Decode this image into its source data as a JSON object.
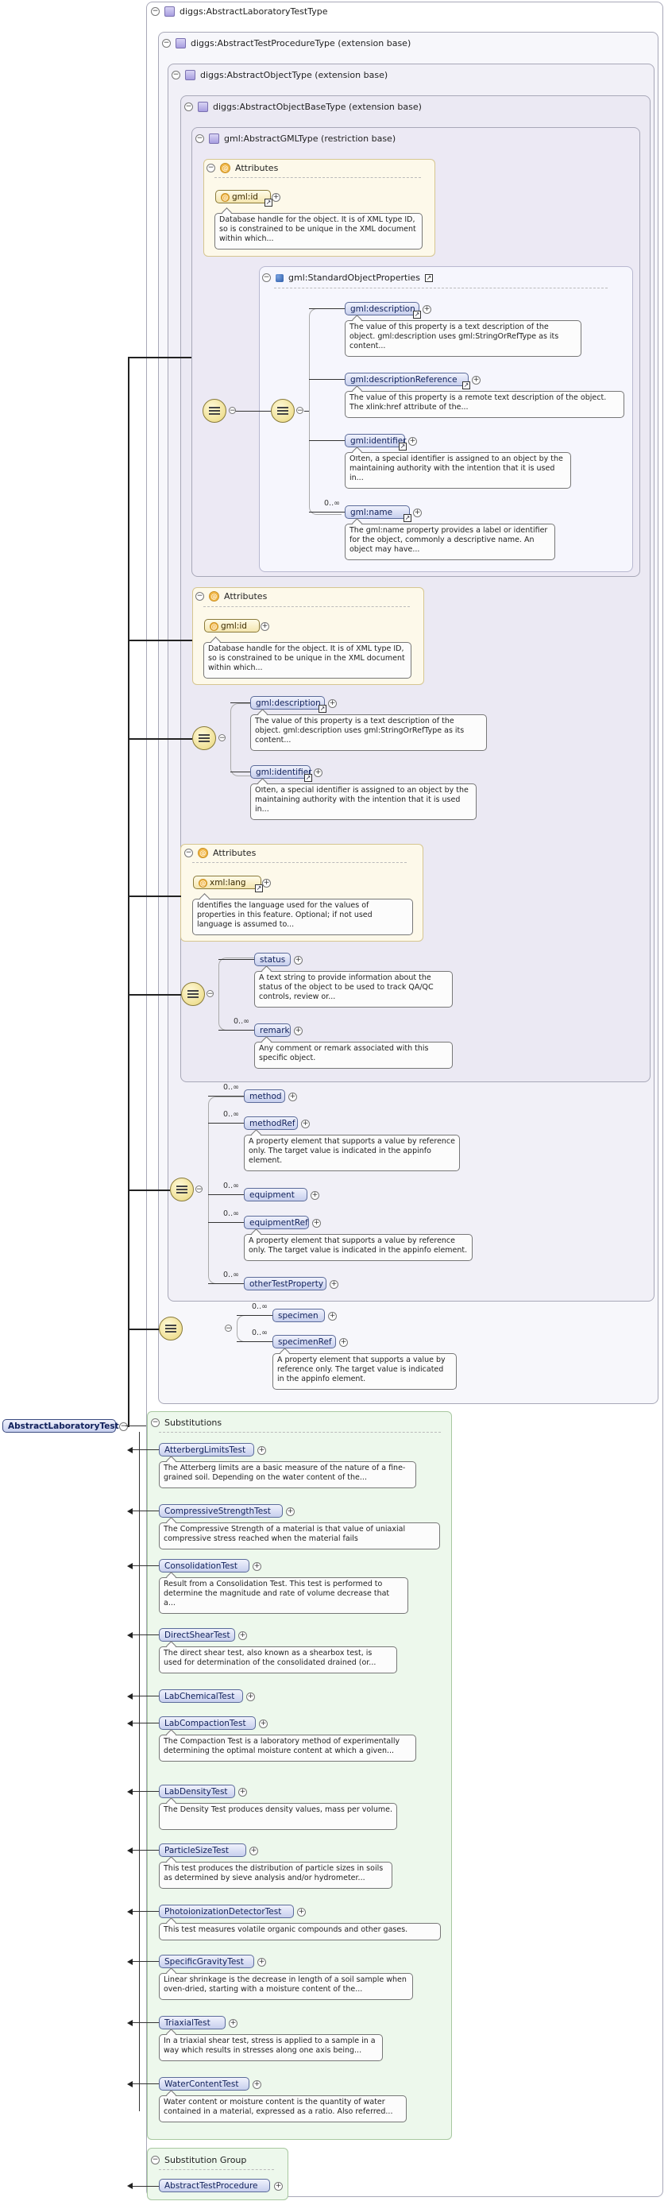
{
  "frames": {
    "root_type": "diggs:AbstractLaboratoryTestType",
    "procedure": "diggs:AbstractTestProcedureType (extension base)",
    "object": "diggs:AbstractObjectType (extension base)",
    "object_base": "diggs:AbstractObjectBaseType (extension base)",
    "gml": "gml:AbstractGMLType (restriction base)",
    "std_props": "gml:StandardObjectProperties"
  },
  "labels": {
    "attributes": "Attributes",
    "substitutions": "Substitutions",
    "substitution_group": "Substitution Group"
  },
  "root_element": "AbstractLaboratoryTest",
  "gml_attr": {
    "name": "gml:id",
    "desc": "Database handle for the object. It is of XML type ID, so is constrained to be unique in the XML document within which..."
  },
  "std_props": [
    {
      "name": "gml:description",
      "card": "",
      "desc": "The value of this property is a text description of the object. gml:description uses gml:StringOrRefType as its content..."
    },
    {
      "name": "gml:descriptionReference",
      "card": "",
      "desc": "The value of this property is a remote text description of the object. The xlink:href attribute of the..."
    },
    {
      "name": "gml:identifier",
      "card": "",
      "desc": "Often, a special identifier is assigned to an object by the maintaining authority with the intention that it is used in..."
    },
    {
      "name": "gml:name",
      "card": "0..∞",
      "desc": "The gml:name property provides a label or identifier for the object, commonly a descriptive name. An object may have..."
    }
  ],
  "base_attr": {
    "name": "gml:id",
    "desc": "Database handle for the object. It is of XML type ID, so is constrained to be unique in the XML document within which..."
  },
  "base_seq": [
    {
      "name": "gml:description",
      "card": "",
      "desc": "The value of this property is a text description of the object. gml:description uses gml:StringOrRefType as its content..."
    },
    {
      "name": "gml:identifier",
      "card": "",
      "desc": "Often, a special identifier is assigned to an object by the maintaining authority with the intention that it is used in..."
    }
  ],
  "object_attr": {
    "name": "xml:lang",
    "desc": "Identifies the language used for the values of properties in this feature. Optional; if not used language is assumed to..."
  },
  "object_seq": [
    {
      "name": "status",
      "card": "",
      "desc": "A text string to provide information about the status of the object to be used to track QA/QC controls, review or..."
    },
    {
      "name": "remark",
      "card": "0..∞",
      "desc": "Any comment or remark associated with this specific object."
    }
  ],
  "procedure_seq": [
    {
      "name": "method",
      "card": "0..∞",
      "desc": ""
    },
    {
      "name": "methodRef",
      "card": "0..∞",
      "desc": "A property element that supports a value by reference only. The target value is indicated in the appinfo element."
    },
    {
      "name": "equipment",
      "card": "0..∞",
      "desc": ""
    },
    {
      "name": "equipmentRef",
      "card": "0..∞",
      "desc": "A property element that supports a value by reference only. The target value is indicated in the appinfo element."
    },
    {
      "name": "otherTestProperty",
      "card": "0..∞",
      "desc": ""
    }
  ],
  "lab_seq": [
    {
      "name": "specimen",
      "card": "0..∞",
      "desc": ""
    },
    {
      "name": "specimenRef",
      "card": "0..∞",
      "desc": "A property element that supports a value by reference only. The target value is indicated in the appinfo element."
    }
  ],
  "substitutions": [
    {
      "name": "AtterbergLimitsTest",
      "desc": "The Atterberg limits are a basic measure of the nature of a fine-grained soil. Depending on the water content of the..."
    },
    {
      "name": "CompressiveStrengthTest",
      "desc": "The Compressive Strength of a material is that value of uniaxial compressive stress reached when the material fails"
    },
    {
      "name": "ConsolidationTest",
      "desc": "Result from a Consolidation Test. This test is performed to determine the magnitude and rate of volume decrease that a..."
    },
    {
      "name": "DirectShearTest",
      "desc": "The direct shear test, also known as a shearbox test, is used for determination of the consolidated drained (or..."
    },
    {
      "name": "LabChemicalTest",
      "desc": ""
    },
    {
      "name": "LabCompactionTest",
      "desc": "The Compaction Test is a laboratory method of experimentally determining the optimal moisture content at which a given..."
    },
    {
      "name": "LabDensityTest",
      "desc": "The Density Test produces density values, mass per volume."
    },
    {
      "name": "ParticleSizeTest",
      "desc": "This test produces the distribution of particle sizes in soils as determined by sieve analysis and/or hydrometer..."
    },
    {
      "name": "PhotoionizationDetectorTest",
      "desc": "This test measures volatile organic compounds and other gases."
    },
    {
      "name": "SpecificGravityTest",
      "desc": "Linear shrinkage is the decrease in length of a soil sample when oven-dried, starting with a moisture content of the..."
    },
    {
      "name": "TriaxialTest",
      "desc": "In a triaxial shear test, stress is applied to a sample in a way which results in stresses along one axis being..."
    },
    {
      "name": "WaterContentTest",
      "desc": "Water content or moisture content is the quantity of water contained in a material, expressed as a ratio. Also referred..."
    }
  ],
  "substitution_group": [
    "AbstractTestProcedure"
  ]
}
